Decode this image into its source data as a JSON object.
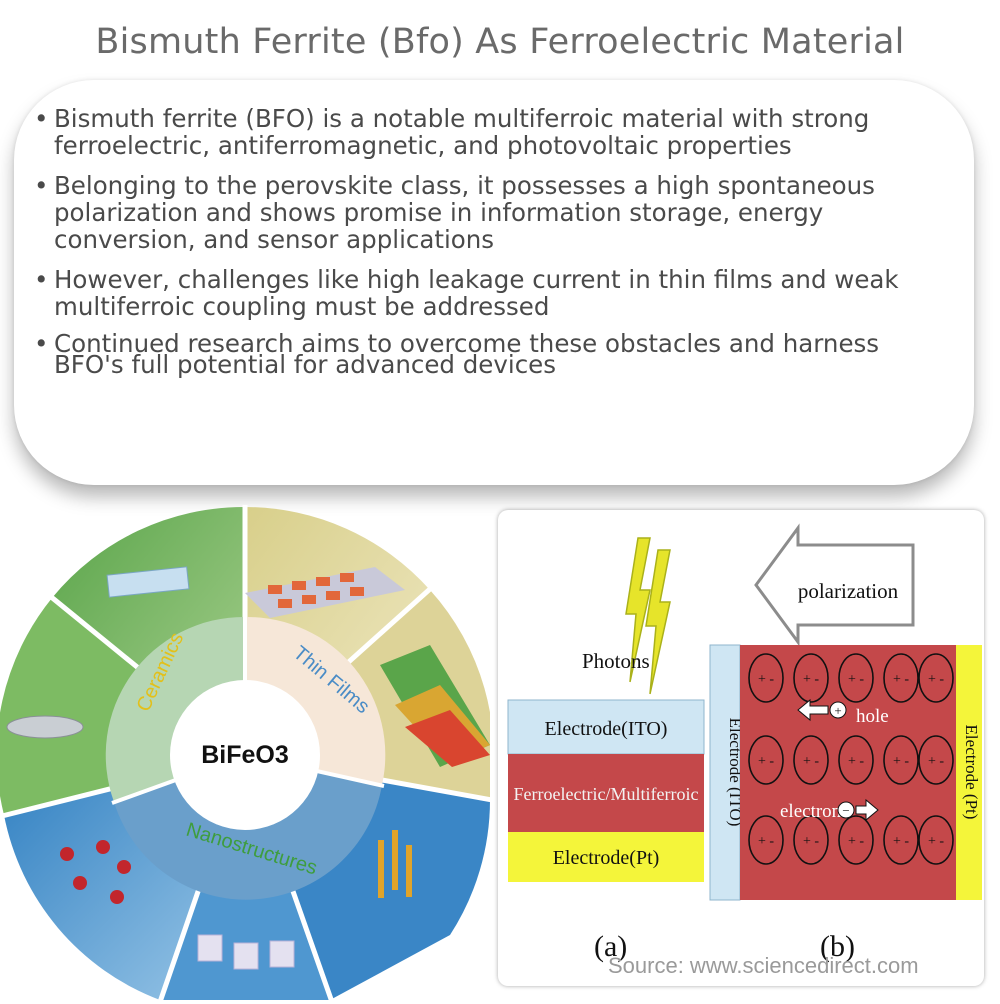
{
  "page": {
    "title": "Bismuth Ferrite (Bfo) As Ferroelectric Material"
  },
  "bullets": [
    "Bismuth ferrite (BFO) is a notable multiferroic material with strong ferroelectric, antiferromagnetic, and photovoltaic properties",
    "Belonging to the perovskite class, it possesses a high spontaneous polarization and shows promise in information storage, energy conversion, and sensor applications",
    "However, challenges like high leakage current in thin films and weak multiferroic coupling must be addressed",
    "Continued research aims to overcome these obstacles and harness BFO's full potential for advanced devices"
  ],
  "wheel": {
    "center": "BiFeO3",
    "segments": [
      "Ceramics",
      "Thin Films",
      "Nanostructures"
    ],
    "colors": {
      "ceramics": "#5fae58",
      "thin_films": "#e3d89c",
      "nanostructures": "#3f8bc8"
    }
  },
  "diagram": {
    "photons": "Photons",
    "layers": [
      "Electrode(ITO)",
      "Ferroelectric/Multiferroic",
      "Electrode(Pt)"
    ],
    "polarization": "polarization",
    "left_electrode": "Electrode (ITO)",
    "right_electrode": "Electrode (Pt)",
    "hole": "hole",
    "electron": "electron",
    "label_a": "(a)",
    "label_b": "(b)",
    "source": "Source: www.sciencedirect.com",
    "colors": {
      "ito": "#cfe6f3",
      "ferroelectric": "#c4484a",
      "pt": "#f4f53a"
    }
  }
}
